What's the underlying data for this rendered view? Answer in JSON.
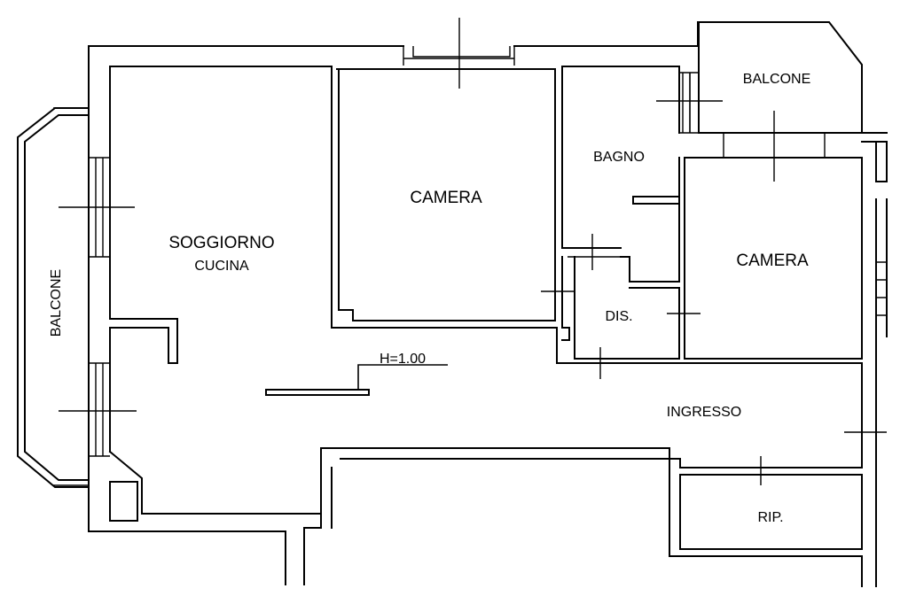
{
  "rooms": {
    "soggiorno": "SOGGIORNO",
    "cucina": "CUCINA",
    "camera_1": "CAMERA",
    "camera_2": "CAMERA",
    "bagno": "BAGNO",
    "disimpegno": "DIS.",
    "ingresso": "INGRESSO",
    "ripostiglio": "RIP.",
    "balcone_west": "BALCONE",
    "balcone_north": "BALCONE"
  },
  "annotations": {
    "height_note": "H=1.00"
  }
}
